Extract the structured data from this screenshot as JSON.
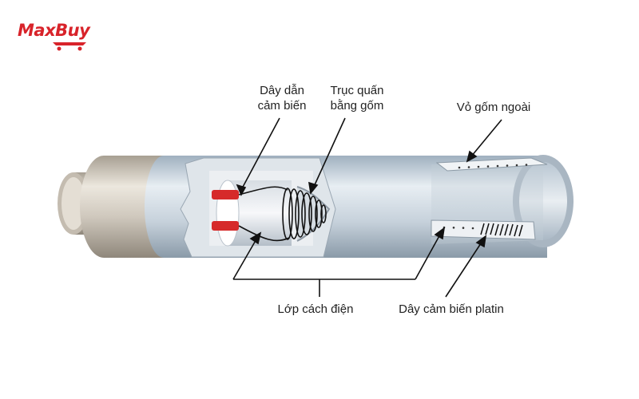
{
  "brand": {
    "name": "MaxBuy",
    "color": "#d8232a"
  },
  "labels": {
    "lead_wires": [
      "Dây dẫn",
      "cảm biến"
    ],
    "ceramic_core": [
      "Trục quấn",
      "bằng gốm"
    ],
    "outer_shell": "Vỏ gốm ngoài",
    "insulation": "Lớp cách điện",
    "platinum_wire": "Dây cảm biến platin"
  },
  "colors": {
    "body": "#cfc8bd",
    "sheath": "#c9d3dc",
    "lead": "#d62a2a",
    "wire": "#111111"
  }
}
